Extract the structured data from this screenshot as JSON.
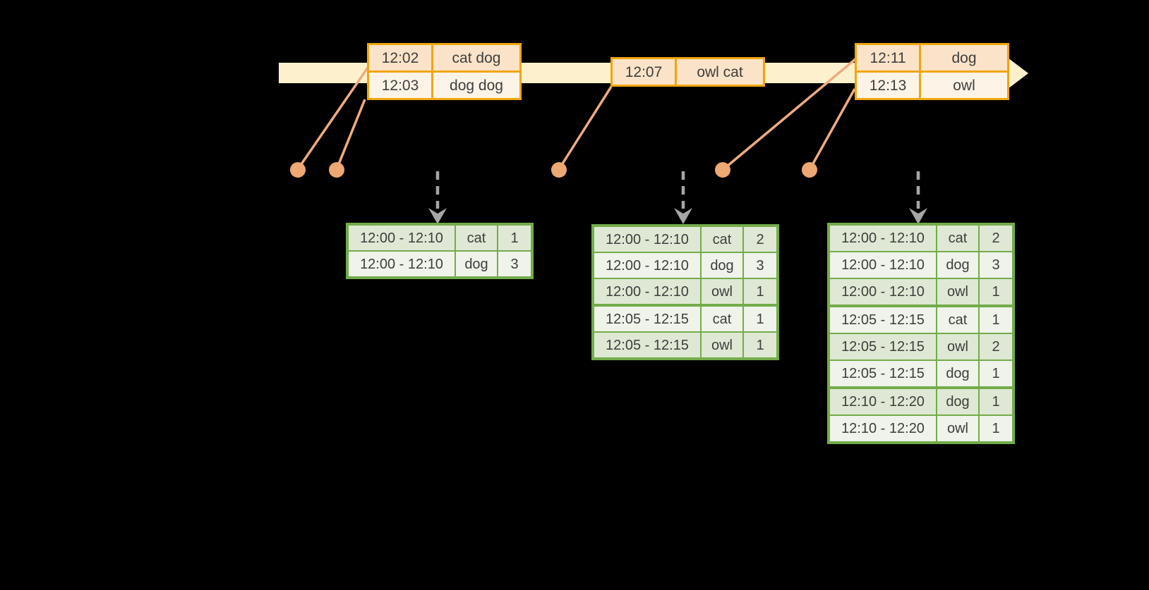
{
  "colors": {
    "background": "#000000",
    "timeline_band": "#FDF1CD",
    "event_table_border": "#F0A60E",
    "event_row_fill_dark": "#FAE3C8",
    "event_row_fill_light": "#FDF4E7",
    "connector_salmon": "#F0AB80",
    "dot_salmon": "#EEA873",
    "result_table_border": "#73AC4A",
    "result_row_fill_dark": "#DFE8D4",
    "result_row_fill_light": "#EFF3EA",
    "dashed_arrow_gray": "#A6A6A6",
    "text": "#3E3E3E"
  },
  "timeline": {
    "event_tables": [
      {
        "name": "events-12-02",
        "rows": [
          {
            "time": "12:02",
            "words": "cat dog"
          },
          {
            "time": "12:03",
            "words": "dog dog"
          }
        ]
      },
      {
        "name": "events-12-07",
        "rows": [
          {
            "time": "12:07",
            "words": "owl cat"
          }
        ]
      },
      {
        "name": "events-12-11",
        "rows": [
          {
            "time": "12:11",
            "words": "dog"
          },
          {
            "time": "12:13",
            "words": "owl"
          }
        ]
      }
    ]
  },
  "result_tables": [
    {
      "name": "windowed-counts-1",
      "rows": [
        [
          "12:00 - 12:10",
          "cat",
          "1"
        ],
        [
          "12:00 - 12:10",
          "dog",
          "3"
        ]
      ],
      "group_starts": []
    },
    {
      "name": "windowed-counts-2",
      "rows": [
        [
          "12:00 - 12:10",
          "cat",
          "2"
        ],
        [
          "12:00 - 12:10",
          "dog",
          "3"
        ],
        [
          "12:00 - 12:10",
          "owl",
          "1"
        ],
        [
          "12:05 - 12:15",
          "cat",
          "1"
        ],
        [
          "12:05 - 12:15",
          "owl",
          "1"
        ]
      ],
      "group_starts": [
        3
      ]
    },
    {
      "name": "windowed-counts-3",
      "rows": [
        [
          "12:00 - 12:10",
          "cat",
          "2"
        ],
        [
          "12:00 - 12:10",
          "dog",
          "3"
        ],
        [
          "12:00 - 12:10",
          "owl",
          "1"
        ],
        [
          "12:05 - 12:15",
          "cat",
          "1"
        ],
        [
          "12:05 - 12:15",
          "owl",
          "2"
        ],
        [
          "12:05 - 12:15",
          "dog",
          "1"
        ],
        [
          "12:10 - 12:20",
          "dog",
          "1"
        ],
        [
          "12:10 - 12:20",
          "owl",
          "1"
        ]
      ],
      "group_starts": [
        3,
        6
      ]
    }
  ]
}
